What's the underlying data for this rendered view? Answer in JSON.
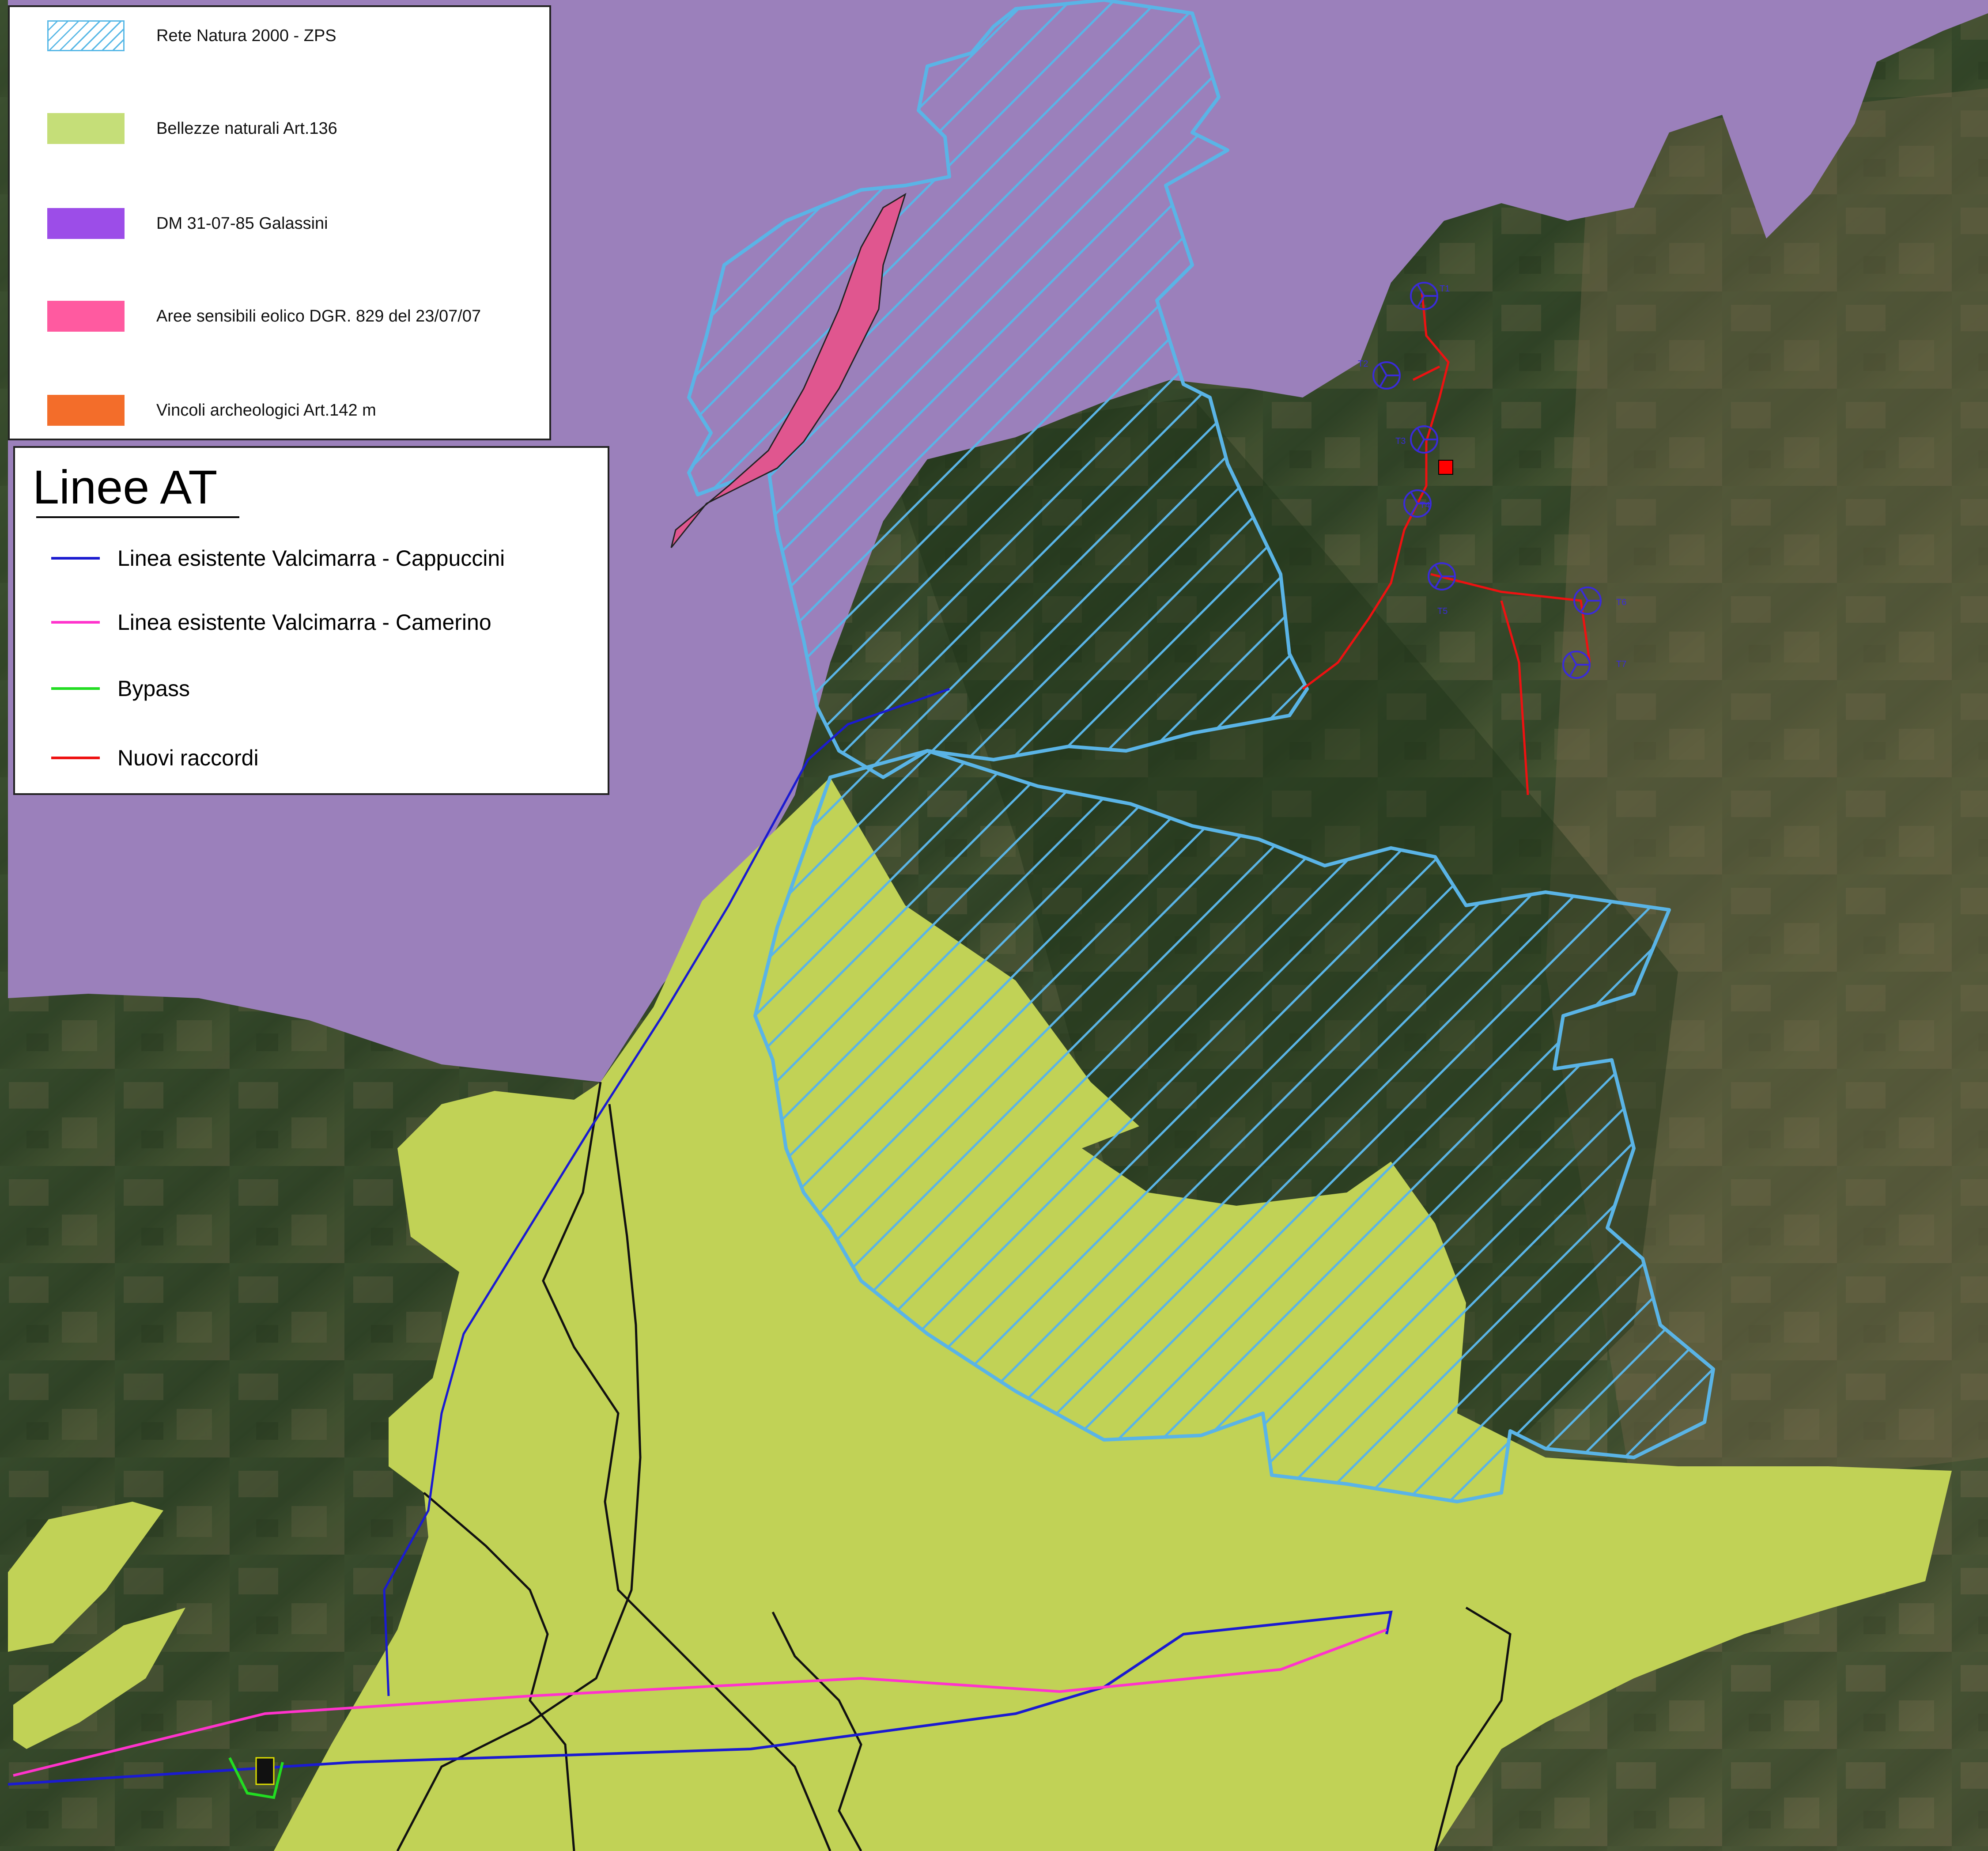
{
  "legend_vincoli": {
    "items": [
      {
        "label": "Rete Natura 2000 - ZPS",
        "swatch": "hatch",
        "color": "#58b8e6"
      },
      {
        "label": "Bellezze naturali Art.136",
        "swatch": "fill",
        "color": "#c5de78"
      },
      {
        "label": "DM 31-07-85 Galassini",
        "swatch": "fill",
        "color": "#9c4de8"
      },
      {
        "label": "Aree sensibili eolico DGR. 829 del 23/07/07",
        "swatch": "fill",
        "color": "#ff5aa0"
      },
      {
        "label": "Vincoli archeologici Art.142 m",
        "swatch": "fill",
        "color": "#f36d2a"
      }
    ]
  },
  "legend_linee": {
    "title": "Linee AT",
    "items": [
      {
        "label": "Linea esistente Valcimarra - Cappuccini",
        "color": "#1b1bd0"
      },
      {
        "label": "Linea esistente Valcimarra - Camerino",
        "color": "#ff33cc"
      },
      {
        "label": "Bypass",
        "color": "#22dd22"
      },
      {
        "label": "Nuovi raccordi",
        "color": "#ee1111"
      }
    ]
  },
  "map": {
    "colors": {
      "galassini": "#9b80bb",
      "bellezze": "#c1d256",
      "natura_hatch": "#5ab4e6",
      "aree_eolico": "#e0568f",
      "terrain_dark": "#2f4426",
      "terrain_mid": "#4d5e38",
      "terrain_light": "#6f6a48"
    },
    "turbines": [
      "T1",
      "T2",
      "T3",
      "T4",
      "T5",
      "T6",
      "T7"
    ]
  }
}
